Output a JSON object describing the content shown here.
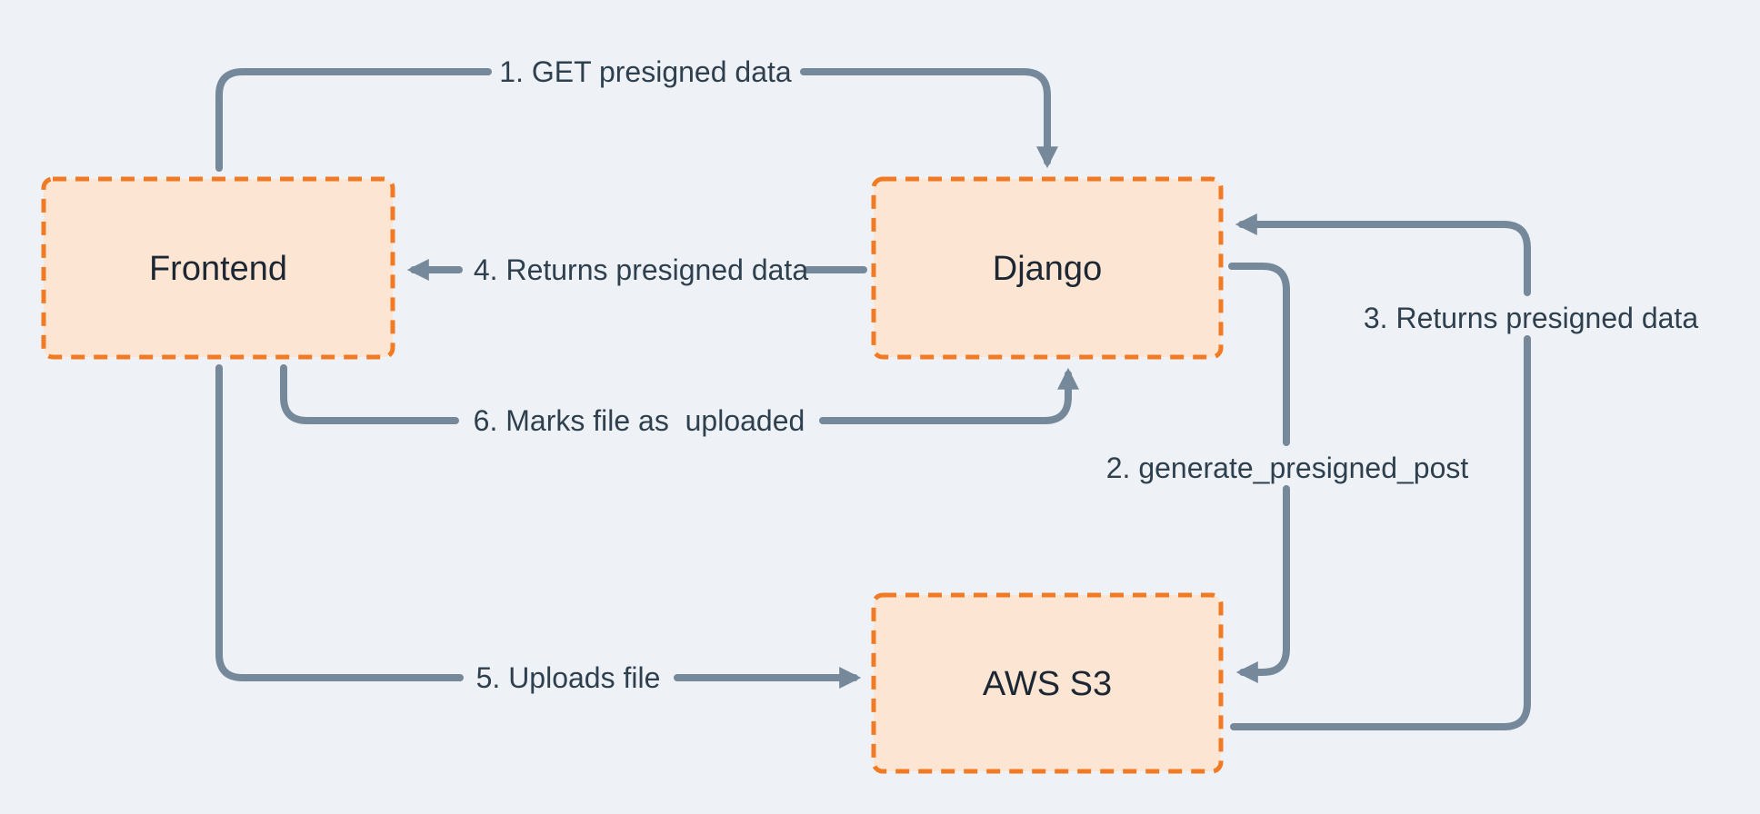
{
  "diagram": {
    "description_colors": {
      "background": "#eef2f6",
      "node_fill": "#fce5d3",
      "node_border": "#f07b24",
      "line": "#76899b",
      "edge_label_text": "#2e3f4e",
      "node_label_text": "#1d2733"
    }
  },
  "colors": {
    "background": "#eef2f6",
    "node_fill": "#fce5d3",
    "node_border": "#f07b24",
    "line": "#76899b",
    "edge_label_text": "#2e3f4e",
    "node_label_text": "#1d2733"
  },
  "nodes": [
    {
      "id": "frontend",
      "label": "Frontend"
    },
    {
      "id": "django",
      "label": "Django"
    },
    {
      "id": "aws-s3",
      "label": "AWS S3"
    }
  ],
  "edges": [
    {
      "step": 1,
      "label": "1. GET presigned data",
      "from": "frontend",
      "to": "django"
    },
    {
      "step": 2,
      "label": "2. generate_presigned_post",
      "from": "django",
      "to": "aws-s3"
    },
    {
      "step": 3,
      "label": "3. Returns presigned data",
      "from": "aws-s3",
      "to": "django"
    },
    {
      "step": 4,
      "label": "4. Returns presigned data",
      "from": "django",
      "to": "frontend"
    },
    {
      "step": 5,
      "label": "5. Uploads file",
      "from": "frontend",
      "to": "aws-s3"
    },
    {
      "step": 6,
      "label": "6. Marks file as  uploaded",
      "from": "frontend",
      "to": "django"
    }
  ]
}
